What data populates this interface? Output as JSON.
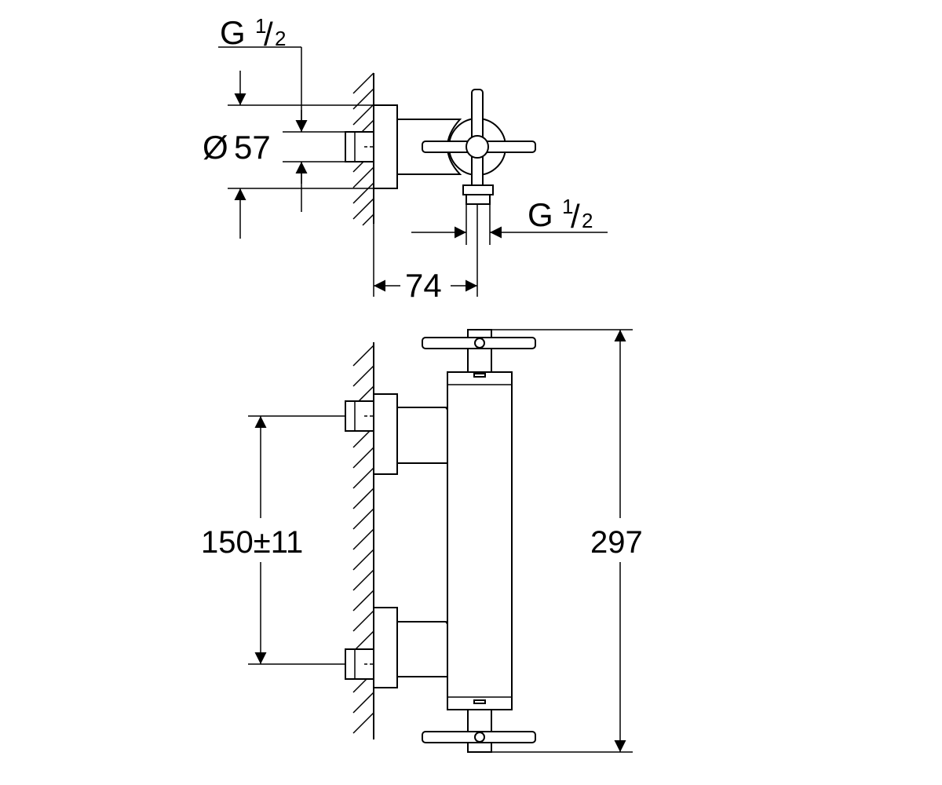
{
  "dimensions": {
    "top_thread_label": "G",
    "top_thread_num": "1",
    "top_thread_slash": "/",
    "top_thread_den": "2",
    "diameter_symbol": "Ø",
    "diameter_value": "57",
    "right_thread_label": "G",
    "right_thread_num": "1",
    "right_thread_slash": "/",
    "right_thread_den": "2",
    "depth": "74",
    "inlet_spacing": "150±11",
    "total_height": "297"
  },
  "colors": {
    "line": "#000000",
    "background": "#ffffff"
  }
}
